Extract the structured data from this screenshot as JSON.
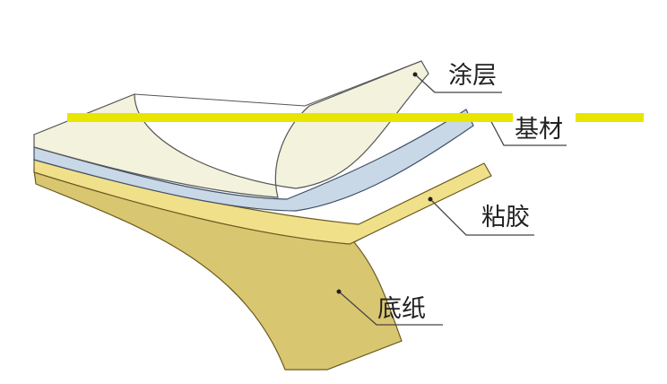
{
  "diagram": {
    "labels": {
      "coating": "涂层",
      "substrate": "基材",
      "adhesive": "粘胶",
      "backing_paper": "底纸"
    },
    "colors": {
      "coating": "#f3f2dc",
      "substrate": "#c9d8e6",
      "adhesive": "#f0e08a",
      "backing_paper": "#d9c670",
      "highlight_line": "#e8e600"
    }
  }
}
